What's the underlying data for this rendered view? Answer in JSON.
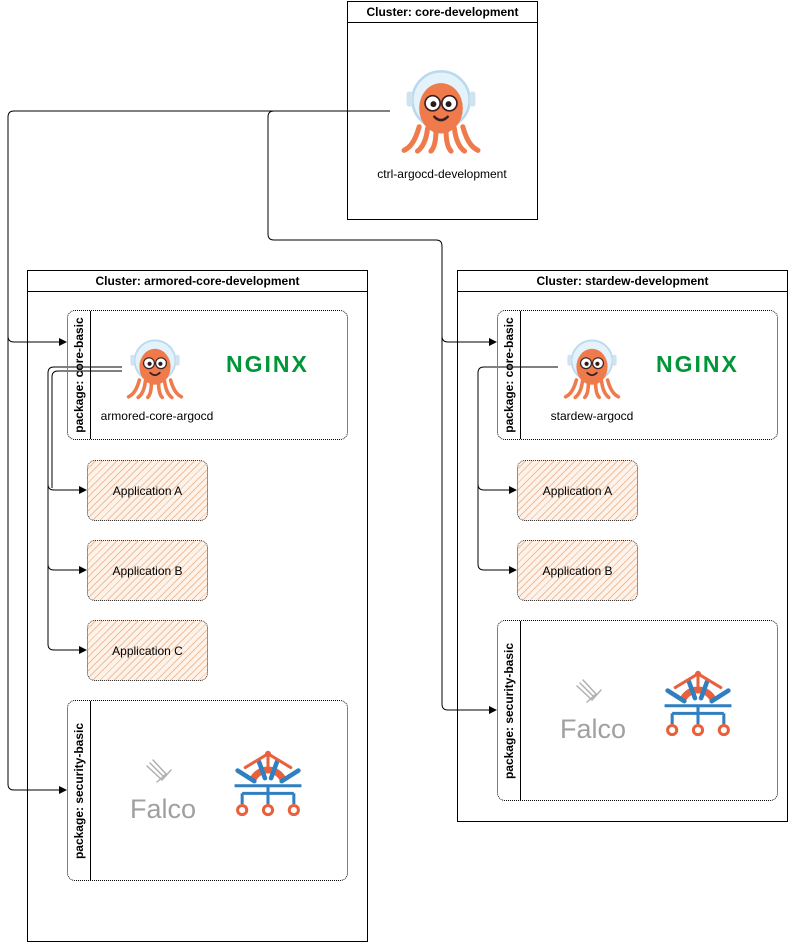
{
  "clusters": {
    "core": {
      "title": "Cluster: core-development",
      "argocd_label": "ctrl-argocd-development"
    },
    "armored": {
      "title": "Cluster: armored-core-development",
      "core_basic": {
        "label": "package: core-basic",
        "argocd_label": "armored-core-argocd",
        "nginx": "NGINX"
      },
      "apps": [
        "Application A",
        "Application B",
        "Application C"
      ],
      "security_basic": {
        "label": "package: security-basic",
        "falco": "Falco"
      }
    },
    "stardew": {
      "title": "Cluster: stardew-development",
      "core_basic": {
        "label": "package: core-basic",
        "argocd_label": "stardew-argocd",
        "nginx": "NGINX"
      },
      "apps": [
        "Application A",
        "Application B"
      ],
      "security_basic": {
        "label": "package: security-basic",
        "falco": "Falco"
      }
    }
  },
  "colors": {
    "argo_orange": "#ef7b4d",
    "nginx_green": "#009639",
    "falco_gray": "#a0a0a0",
    "kyverno_blue": "#2f7fc1",
    "kyverno_orange": "#e8613c",
    "app_hatch": "#e8925a"
  },
  "icons": [
    "argocd-octopus-icon",
    "nginx-logo",
    "falco-logo",
    "kyverno-icon"
  ]
}
